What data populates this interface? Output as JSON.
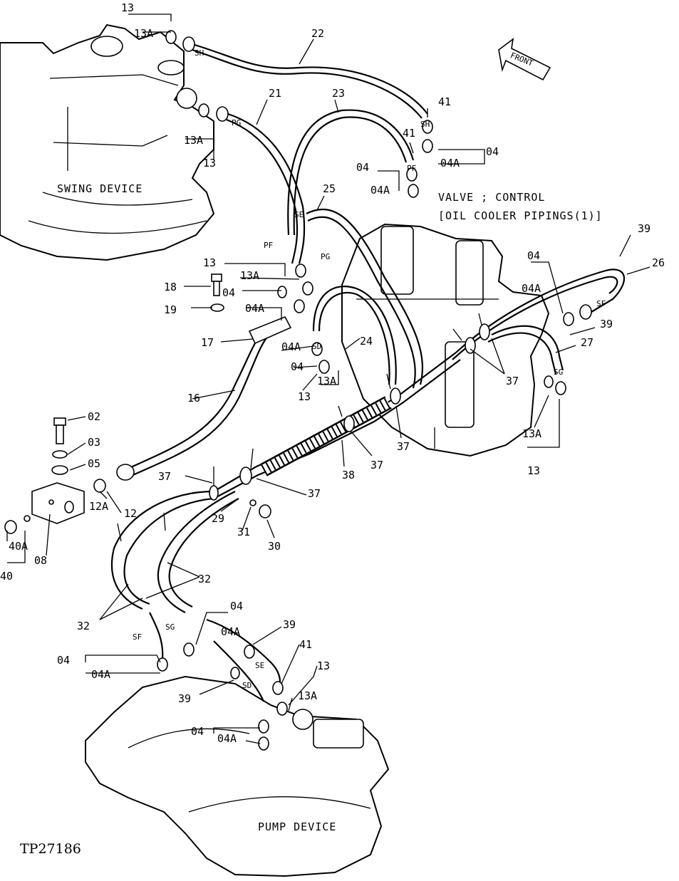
{
  "figure_ref": "TP27186",
  "assemblies": {
    "swing": "SWING DEVICE",
    "pump": "PUMP DEVICE",
    "valve": "VALVE ; CONTROL",
    "pipings": "[OIL COOLER PIPINGS(1)]",
    "front_arrow": "FRONT"
  },
  "callouts": [
    {
      "id": "c13_top",
      "text": "13"
    },
    {
      "id": "c13a_top",
      "text": "13A"
    },
    {
      "id": "c22",
      "text": "22"
    },
    {
      "id": "c21",
      "text": "21"
    },
    {
      "id": "c23",
      "text": "23"
    },
    {
      "id": "c41_a",
      "text": "41"
    },
    {
      "id": "c41_b",
      "text": "41"
    },
    {
      "id": "c04_a",
      "text": "04"
    },
    {
      "id": "c04a_a",
      "text": "04A"
    },
    {
      "id": "c04_b",
      "text": "04"
    },
    {
      "id": "c04a_b",
      "text": "04A"
    },
    {
      "id": "c13a_l",
      "text": "13A"
    },
    {
      "id": "c13_l",
      "text": "13"
    },
    {
      "id": "c25",
      "text": "25"
    },
    {
      "id": "c39_top",
      "text": "39"
    },
    {
      "id": "c26",
      "text": "26"
    },
    {
      "id": "c04_r",
      "text": "04"
    },
    {
      "id": "c04a_r",
      "text": "04A"
    },
    {
      "id": "c39_r",
      "text": "39"
    },
    {
      "id": "c27",
      "text": "27"
    },
    {
      "id": "c13_m",
      "text": "13"
    },
    {
      "id": "c13a_m",
      "text": "13A"
    },
    {
      "id": "c18",
      "text": "18"
    },
    {
      "id": "c04_m",
      "text": "04"
    },
    {
      "id": "c04a_m",
      "text": "04A"
    },
    {
      "id": "c19",
      "text": "19"
    },
    {
      "id": "c17",
      "text": "17"
    },
    {
      "id": "c04a_n",
      "text": "04A"
    },
    {
      "id": "c04_n",
      "text": "04"
    },
    {
      "id": "c24",
      "text": "24"
    },
    {
      "id": "c13a_n",
      "text": "13A"
    },
    {
      "id": "c13_n",
      "text": "13"
    },
    {
      "id": "c37_r",
      "text": "37"
    },
    {
      "id": "c16",
      "text": "16"
    },
    {
      "id": "c13a_rr",
      "text": "13A"
    },
    {
      "id": "c13_rr",
      "text": "13"
    },
    {
      "id": "c37_a",
      "text": "37"
    },
    {
      "id": "c37_b",
      "text": "37"
    },
    {
      "id": "c02",
      "text": "02"
    },
    {
      "id": "c03",
      "text": "03"
    },
    {
      "id": "c05",
      "text": "05"
    },
    {
      "id": "c37_l",
      "text": "37"
    },
    {
      "id": "c38",
      "text": "38"
    },
    {
      "id": "c37_c",
      "text": "37"
    },
    {
      "id": "c12a",
      "text": "12A"
    },
    {
      "id": "c12",
      "text": "12"
    },
    {
      "id": "c29",
      "text": "29"
    },
    {
      "id": "c31",
      "text": "31"
    },
    {
      "id": "c30",
      "text": "30"
    },
    {
      "id": "c40a",
      "text": "40A"
    },
    {
      "id": "c08",
      "text": "08"
    },
    {
      "id": "c40",
      "text": "40"
    },
    {
      "id": "c32_r",
      "text": "32"
    },
    {
      "id": "c32_l",
      "text": "32"
    },
    {
      "id": "c04_p",
      "text": "04"
    },
    {
      "id": "c04a_p",
      "text": "04A"
    },
    {
      "id": "c39_p",
      "text": "39"
    },
    {
      "id": "c04_q",
      "text": "04"
    },
    {
      "id": "c04a_q",
      "text": "04A"
    },
    {
      "id": "c41_p",
      "text": "41"
    },
    {
      "id": "c13_p",
      "text": "13"
    },
    {
      "id": "c39_q",
      "text": "39"
    },
    {
      "id": "c13a_p",
      "text": "13A"
    },
    {
      "id": "c04_s",
      "text": "04"
    },
    {
      "id": "c04a_s",
      "text": "04A"
    }
  ],
  "port_tags": [
    {
      "id": "t_sh_top",
      "text": "SH"
    },
    {
      "id": "t_pg_top",
      "text": "PG"
    },
    {
      "id": "t_sh_r",
      "text": "SH"
    },
    {
      "id": "t_pf_r",
      "text": "PF"
    },
    {
      "id": "t_se",
      "text": "SE"
    },
    {
      "id": "t_pf_l",
      "text": "PF"
    },
    {
      "id": "t_pg_m",
      "text": "PG"
    },
    {
      "id": "t_sd_m",
      "text": "SD"
    },
    {
      "id": "t_sf_r",
      "text": "SF"
    },
    {
      "id": "t_sg_r",
      "text": "SG"
    },
    {
      "id": "t_sg_p",
      "text": "SG"
    },
    {
      "id": "t_sf_p",
      "text": "SF"
    },
    {
      "id": "t_se_p",
      "text": "SE"
    },
    {
      "id": "t_sd_p",
      "text": "SD"
    }
  ]
}
